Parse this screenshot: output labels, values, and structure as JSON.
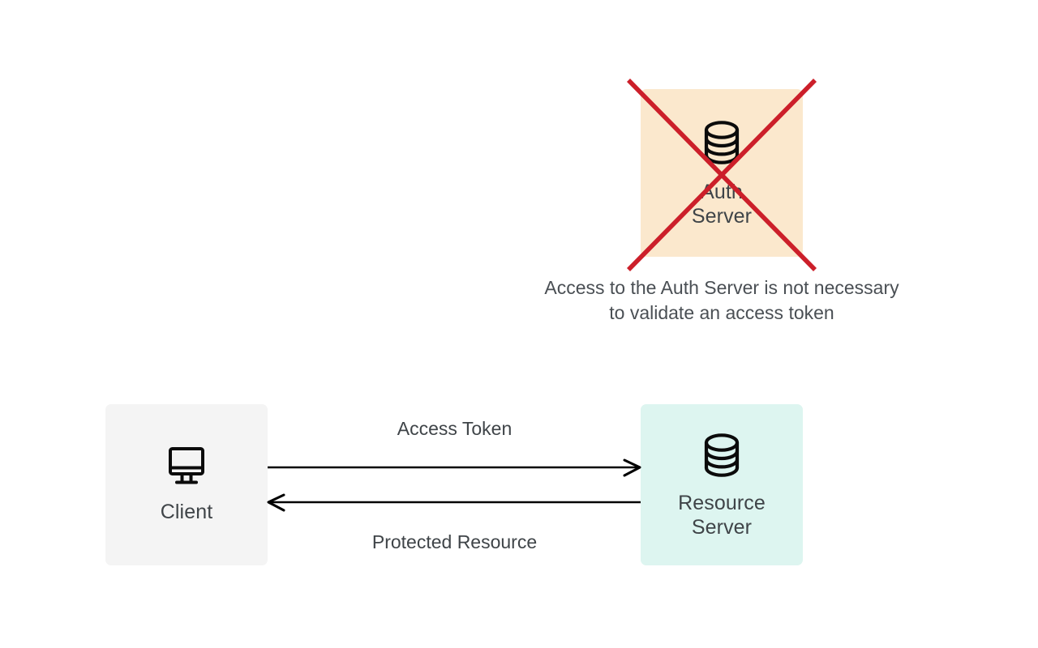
{
  "diagram": {
    "type": "flow-diagram",
    "background_color": "#ffffff",
    "nodes": [
      {
        "id": "auth-server",
        "label": "Auth\nServer",
        "icon": "database-icon",
        "fill_color": "#fbe8cd",
        "struck_out": true,
        "strike_color": "#cc1f2a"
      },
      {
        "id": "client",
        "label": "Client",
        "icon": "desktop-monitor-icon",
        "fill_color": "#f4f4f4",
        "struck_out": false
      },
      {
        "id": "resource-server",
        "label": "Resource\nServer",
        "icon": "database-icon",
        "fill_color": "#ddf5f0",
        "struck_out": false
      }
    ],
    "edges": [
      {
        "id": "client-to-resource",
        "label": "Access Token",
        "from": "client",
        "to": "resource-server",
        "direction": "right",
        "color": "#000000"
      },
      {
        "id": "resource-to-client",
        "label": "Protected Resource",
        "from": "resource-server",
        "to": "client",
        "direction": "left",
        "color": "#000000"
      }
    ],
    "annotations": [
      {
        "id": "auth-server-caption",
        "text": "Access to the Auth Server is not necessary\nto validate an access token",
        "color": "#4a4f54"
      }
    ]
  }
}
